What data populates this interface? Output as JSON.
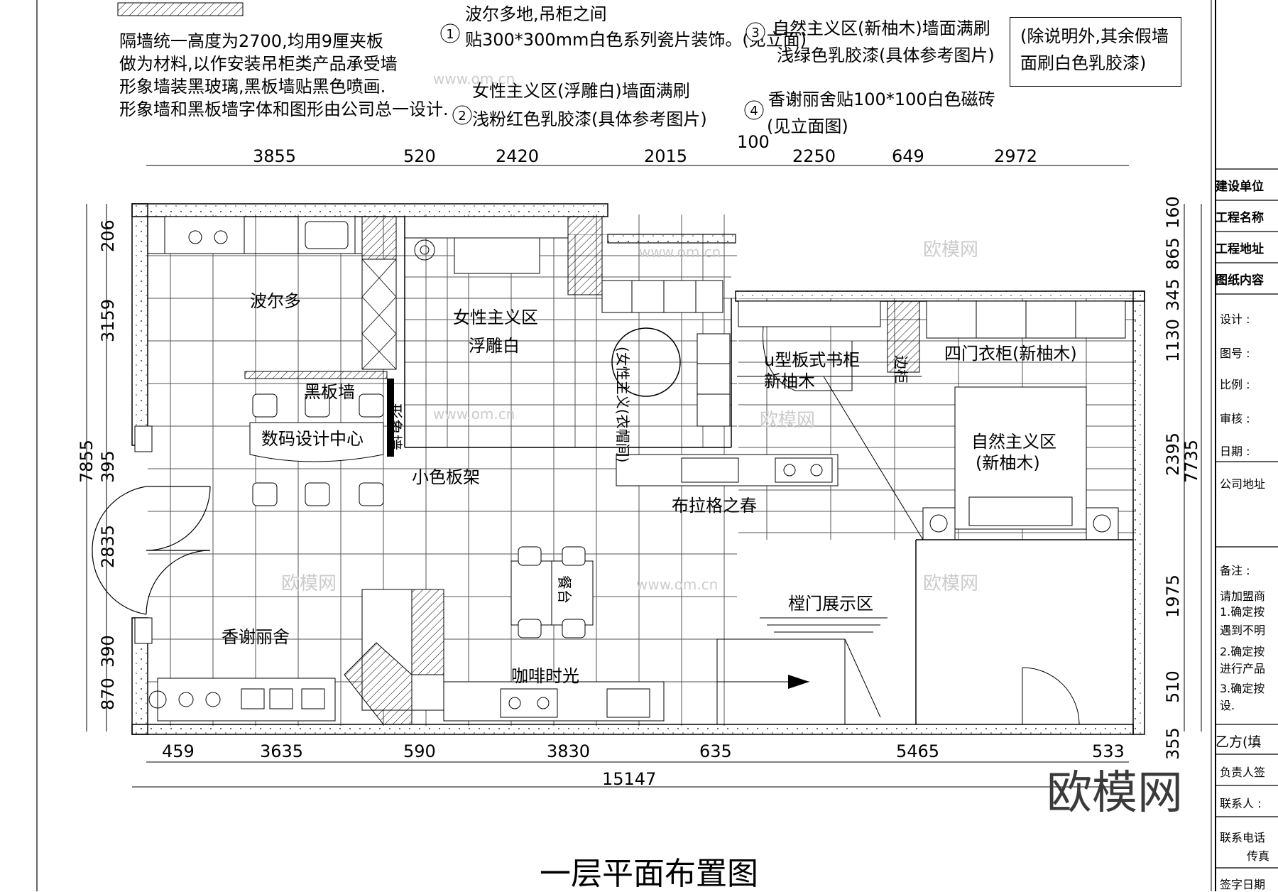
{
  "notes": {
    "general": [
      "隔墙统一高度为2700,均用9厘夹板",
      "做为材料,以作安装吊柜类产品承受墙",
      "形象墙装黑玻璃,黑板墙贴黑色喷画.",
      "形象墙和黑板墙字体和图形由公司总一设计."
    ],
    "n1": {
      "num": "1",
      "line1": "波尔多地,吊柜之间",
      "line2": "贴300*300mm白色系列瓷片装饰。(见立面)"
    },
    "n2": {
      "num": "2",
      "line1": "女性主义区(浮雕白)墙面满刷",
      "line2": "浅粉红色乳胶漆(具体参考图片)"
    },
    "n3": {
      "num": "3",
      "line1": "自然主义区(新柚木)墙面满刷",
      "line2": "浅绿色乳胶漆(具体参考图片)"
    },
    "n4": {
      "num": "4",
      "line1": "香谢丽舍贴100*100白色磁砖",
      "line2": "(见立面图)"
    },
    "boxed": [
      "(除说明外,其余假墙",
      "面刷白色乳胶漆)"
    ]
  },
  "dims": {
    "top": [
      "3855",
      "520",
      "2420",
      "2015",
      "100",
      "2250",
      "649",
      "2972"
    ],
    "bottom": [
      "459",
      "3635",
      "590",
      "3830",
      "635",
      "5465",
      "533"
    ],
    "total": "15147",
    "left": [
      "206",
      "3159",
      "7855",
      "395",
      "2835",
      "390",
      "870"
    ],
    "right": [
      "160",
      "865",
      "345",
      "1130",
      "2395",
      "7735",
      "1975",
      "510",
      "355"
    ]
  },
  "rooms": {
    "bordeaux": "波尔多",
    "blackboard": "黑板墙",
    "image_wall": "形象墙",
    "digital": "数码设计中心",
    "color_rack": "小色板架",
    "female": "女性主义区",
    "female_sub": "浮雕白",
    "female_closet": "(女性主义(衣帽间)",
    "u_shelf": "u型板式书柜",
    "u_shelf_sub": "新柚木",
    "side_cabinet": "边柜",
    "wardrobe": "四门衣柜(新柚木)",
    "natural": "自然主义区",
    "natural_sub": "(新柚木)",
    "prague": "布拉格之春",
    "dining": "餐台",
    "door_area": "樘门展示区",
    "champs": "香谢丽舍",
    "coffee": "咖啡时光"
  },
  "title": "一层平面布置图",
  "title_block": {
    "builder": "建设单位",
    "project_name": "工程名称",
    "project_addr": "工程地址",
    "drawing_content": "图纸内容",
    "design": "设计  :",
    "drawing_no": "图号  :",
    "scale": "比例  :",
    "review": "审核  :",
    "date": "日期  :",
    "company_addr": "公司地址",
    "remarks": "备注  :",
    "rem1": "请加盟商",
    "rem2": "1.确定按",
    "rem3": "遇到不明",
    "rem4": "2.确定按",
    "rem5": "进行产品",
    "rem6": "3.确定按",
    "rem7": "设.",
    "party_b": "乙方(填",
    "principal": "负责人签",
    "contact": "联系人  :",
    "phone": "联系电话",
    "fax": "传真",
    "sign_date": "签字日期"
  },
  "watermark": "欧模网",
  "watermark_url": "www.om.cn"
}
